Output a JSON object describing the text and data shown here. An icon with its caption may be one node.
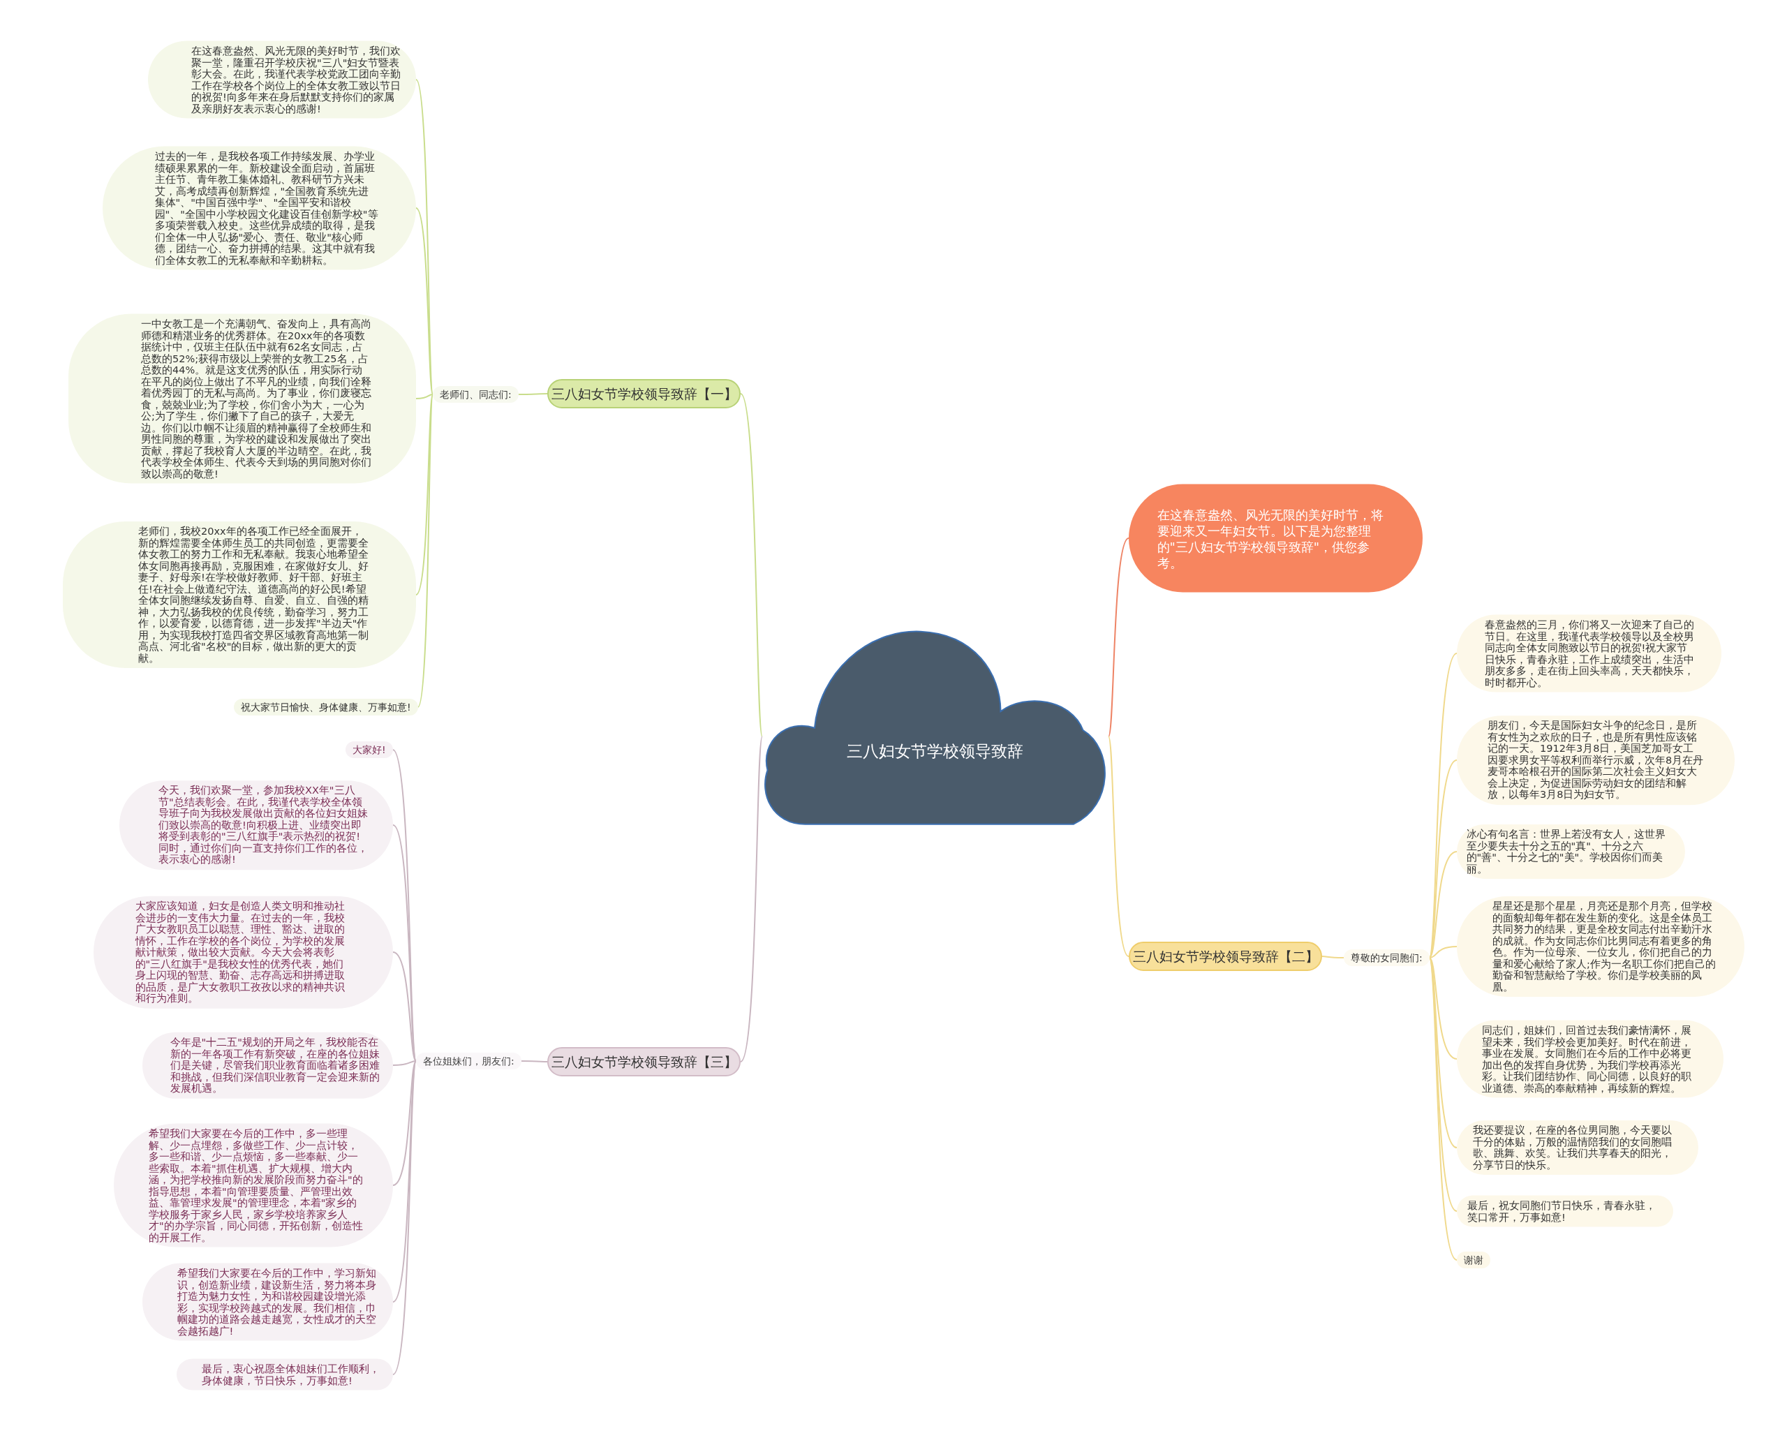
{
  "diagram": {
    "nodes": [
      {
        "text": [
          "三八妇女节学校领导致辞"
        ]
      },
      {
        "text": [
          "在这春意盎然、风光无限的美好时节，将要迎来又一年妇女节。以下是为您整理的\"三八妇女节学校领导致辞\"，供您参考。"
        ]
      },
      {
        "text": [
          "三八妇女节学校领导致辞【一】"
        ]
      },
      {
        "text": [
          "老师们、同志们:"
        ]
      },
      {
        "text": [
          "在这春意盎然、风光无限的美好时节，我们欢聚一堂，隆重召开学校庆祝\"三八\"妇女节暨表彰大会。在此，我谨代表学校党政工团向辛勤工作在学校各个岗位上的全体女教工致以节日的祝贺!向多年来在身后默默支持你们的家属及亲朋好友表示衷心的感谢!"
        ]
      },
      {
        "text": [
          "过去的一年，是我校各项工作持续发展、办学业绩硕果累累的一年。新校建设全面启动，首届班主任节、青年教工集体婚礼、教科研节方兴未艾，高考成绩再创新辉煌，\"全国教育系统先进集体\"、\"中国百强中学\"、\"全国平安和谐校园\"、\"全国中小学校园文化建设百佳创新学校\"等多项荣誉载入校史。这些优异成绩的取得，是我们全体一中人弘扬\"爱心、责任、敬业\"核心师德，团结一心、奋力拼搏的结果。这其中就有我们全体女教工的无私奉献和辛勤耕耘。"
        ]
      },
      {
        "text": [
          "一中女教工是一个充满朝气、奋发向上，具有高尚师德和精湛业务的优秀群体。在20xx年的各项数据统计中，仅班主任队伍中就有62名女同志，占总数的52%;获得市级以上荣誉的女教工25名，占总数的44%。就是这支优秀的队伍，用实际行动在平凡的岗位上做出了不平凡的业绩，向我们诠释着优秀园丁的无私与高尚。为了事业，你们废寝忘食，兢兢业业;为了学校，你们舍小为大，一心为公;为了学生，你们撇下了自己的孩子，大爱无边。你们以巾帼不让须眉的精神赢得了全校师生和男性同胞的尊重，为学校的建设和发展做出了突出贡献，撑起了我校育人大厦的半边晴空。在此，我代表学校全体师生、代表今天到场的男同胞对你们致以崇高的敬意!"
        ]
      },
      {
        "text": [
          "老师们，我校20xx年的各项工作已经全面展开，新的辉煌需要全体师生员工的共同创造，更需要全体女教工的努力工作和无私奉献。我衷心地希望全体女同胞再接再励，克服困难，在家做好女儿、好妻子、好母亲!在学校做好教师、好干部、好班主任!在社会上做遵纪守法、道德高尚的好公民!希望全体女同胞继续发扬自尊、自爱、自立、自强的精神，大力弘扬我校的优良传统，勤奋学习，努力工作，以爱育爱，以德育德，进一步发挥\"半边天\"作用，为实现我校打造四省交界区域教育高地第一制高点、河北省\"名校\"的目标，做出新的更大的贡献。"
        ]
      },
      {
        "text": [
          "祝大家节日愉快、身体健康、万事如意!"
        ]
      },
      {
        "text": [
          "三八妇女节学校领导致辞【二】"
        ]
      },
      {
        "text": [
          "尊敬的女同胞们:"
        ]
      },
      {
        "text": [
          "春意盎然的三月，你们将又一次迎来了自己的节日。在这里，我谨代表学校领导以及全校男同志向全体女同胞致以节日的祝贺!祝大家节日快乐，青春永驻，工作上成绩突出，生活中朋友多多，走在街上回头率高，天天都快乐，时时都开心。"
        ]
      },
      {
        "text": [
          "朋友们，今天是国际妇女斗争的纪念日，是所有女性为之欢欣的日子，也是所有男性应该铭记的一天。1912年3月8日，美国芝加哥女工因要求男女平等权利而举行示威，次年8月在丹麦哥本哈根召开的国际第二次社会主义妇女大会上决定，为促进国际劳动妇女的团结和解放，以每年3月8日为妇女节。"
        ]
      },
      {
        "text": [
          "冰心有句名言：世界上若没有女人，这世界至少要失去十分之五的\"真\"、十分之六的\"善\"、十分之七的\"美\"。学校因你们而美丽。"
        ]
      },
      {
        "text": [
          "星星还是那个星星，月亮还是那个月亮，但学校的面貌却每年都在发生新的变化。这是全体员工共同努力的结果，更是全校女同志付出辛勤汗水的成就。作为女同志你们比男同志有着更多的角色。作为一位母亲、一位女儿，你们把自己的力量和爱心献给了家人;作为一名职工你们把自己的勤奋和智慧献给了学校。你们是学校美丽的凤凰。"
        ]
      },
      {
        "text": [
          "同志们，姐妹们，回首过去我们豪情满怀，展望未来，我们学校会更加美好。时代在前进，事业在发展。女同胞们在今后的工作中必将更加出色的发挥自身优势，为我们学校再添光彩。让我们团结协作、同心同德，以良好的职业道德、崇高的奉献精神，再续新的辉煌。"
        ]
      },
      {
        "text": [
          "我还要提议，在座的各位男同胞，今天要以千分的体贴，万般的温情陪我们的女同胞唱歌、跳舞、欢笑。让我们共享春天的阳光，分享节日的快乐。"
        ]
      },
      {
        "text": [
          "最后，祝女同胞们节日快乐，青春永驻，笑口常开，万事如意!"
        ]
      },
      {
        "text": [
          "谢谢"
        ]
      },
      {
        "text": [
          "三八妇女节学校领导致辞【三】"
        ]
      },
      {
        "text": [
          "各位姐妹们，朋友们:"
        ]
      },
      {
        "text": [
          "大家好!"
        ]
      },
      {
        "text": [
          "今天，我们欢聚一堂，参加我校XX年\"三八节\"总结表彰会。在此，我谨代表学校全体领导班子向为我校发展做出贡献的各位妇女姐妹们致以崇高的敬意!向积极上进、业绩突出即将受到表彰的\"三八红旗手\"表示热烈的祝贺!同时，通过你们向一直支持你们工作的各位，表示衷心的感谢!"
        ]
      },
      {
        "text": [
          "大家应该知道，妇女是创造人类文明和推动社会进步的一支伟大力量。在过去的一年，我校广大女教职员工以聪慧、理性、豁达、进取的情怀，工作在学校的各个岗位，为学校的发展献计献策，做出较大贡献。今天大会将表彰的\"三八红旗手\"是我校女性的优秀代表，她们身上闪现的智慧、勤奋、志存高远和拼搏进取的品质，是广大女教职工孜孜以求的精神共识和行为准则。"
        ]
      },
      {
        "text": [
          "今年是\"十二五\"规划的开局之年，我校能否在新的一年各项工作有新突破，在座的各位姐妹们是关键，尽管我们职业教育面临着诸多困难和挑战，但我们深信职业教育一定会迎来新的发展机遇。"
        ]
      },
      {
        "text": [
          "希望我们大家要在今后的工作中，多一些理解、少一点埋怨，多做些工作、少一点计较，多一些和谐、少一点烦恼，多一些奉献、少一些索取。本着\"抓住机遇、扩大规模、增大内涵，为把学校推向新的发展阶段而努力奋斗\"的指导思想，本着\"向管理要质量、严管理出效益、靠管理求发展\"的管理理念，本着\"家乡的学校服务于家乡人民，家乡学校培养家乡人才\"的办学宗旨，同心同德，开拓创新，创造性的开展工作。"
        ]
      },
      {
        "text": [
          "希望我们大家要在今后的工作中，学习新知识，创造新业绩，建设新生活，努力将本身打造为魅力女性，为和谐校园建设增光添彩，实现学校跨越式的发展。我们相信，巾帼建功的道路会越走越宽，女性成才的天空会越拓越广!"
        ]
      },
      {
        "text": [
          "最后，衷心祝愿全体姐妹们工作顺利，身体健康，节日快乐，万事如意!"
        ]
      }
    ],
    "edges": [
      {
        "from": 0,
        "to": 1,
        "arrow": "none",
        "color": "#ee8466"
      },
      {
        "from": 0,
        "to": 2,
        "arrow": "none",
        "color": "#c9dd8c"
      },
      {
        "from": 2,
        "to": 3,
        "arrow": "none",
        "color": "#c9dd8c"
      },
      {
        "from": 3,
        "to": 4,
        "arrow": "none",
        "color": "#c9dd8c"
      },
      {
        "from": 3,
        "to": 5,
        "arrow": "none",
        "color": "#c9dd8c"
      },
      {
        "from": 3,
        "to": 6,
        "arrow": "none",
        "color": "#c9dd8c"
      },
      {
        "from": 3,
        "to": 7,
        "arrow": "none",
        "color": "#c9dd8c"
      },
      {
        "from": 3,
        "to": 8,
        "arrow": "none",
        "color": "#c9dd8c"
      },
      {
        "from": 0,
        "to": 9,
        "arrow": "none",
        "color": "#f0d98c"
      },
      {
        "from": 9,
        "to": 10,
        "arrow": "none",
        "color": "#f0d98c"
      },
      {
        "from": 10,
        "to": 11,
        "arrow": "none",
        "color": "#f0d98c"
      },
      {
        "from": 10,
        "to": 12,
        "arrow": "none",
        "color": "#f0d98c"
      },
      {
        "from": 10,
        "to": 13,
        "arrow": "none",
        "color": "#f0d98c"
      },
      {
        "from": 10,
        "to": 14,
        "arrow": "none",
        "color": "#f0d98c"
      },
      {
        "from": 10,
        "to": 15,
        "arrow": "none",
        "color": "#f0d98c"
      },
      {
        "from": 10,
        "to": 16,
        "arrow": "none",
        "color": "#f0d98c"
      },
      {
        "from": 10,
        "to": 17,
        "arrow": "none",
        "color": "#f0d98c"
      },
      {
        "from": 10,
        "to": 18,
        "arrow": "none",
        "color": "#f0d98c"
      },
      {
        "from": 0,
        "to": 19,
        "arrow": "none",
        "color": "#c9b6c0"
      },
      {
        "from": 19,
        "to": 20,
        "arrow": "none",
        "color": "#c9b6c0"
      },
      {
        "from": 20,
        "to": 21,
        "arrow": "none",
        "color": "#c9b6c0"
      },
      {
        "from": 20,
        "to": 22,
        "arrow": "none",
        "color": "#c9b6c0"
      },
      {
        "from": 20,
        "to": 23,
        "arrow": "none",
        "color": "#c9b6c0"
      },
      {
        "from": 20,
        "to": 24,
        "arrow": "none",
        "color": "#c9b6c0"
      },
      {
        "from": 20,
        "to": 25,
        "arrow": "none",
        "color": "#c9b6c0"
      },
      {
        "from": 20,
        "to": 26,
        "arrow": "none",
        "color": "#c9b6c0"
      },
      {
        "from": 20,
        "to": 27,
        "arrow": "none",
        "color": "#c9b6c0"
      }
    ]
  }
}
